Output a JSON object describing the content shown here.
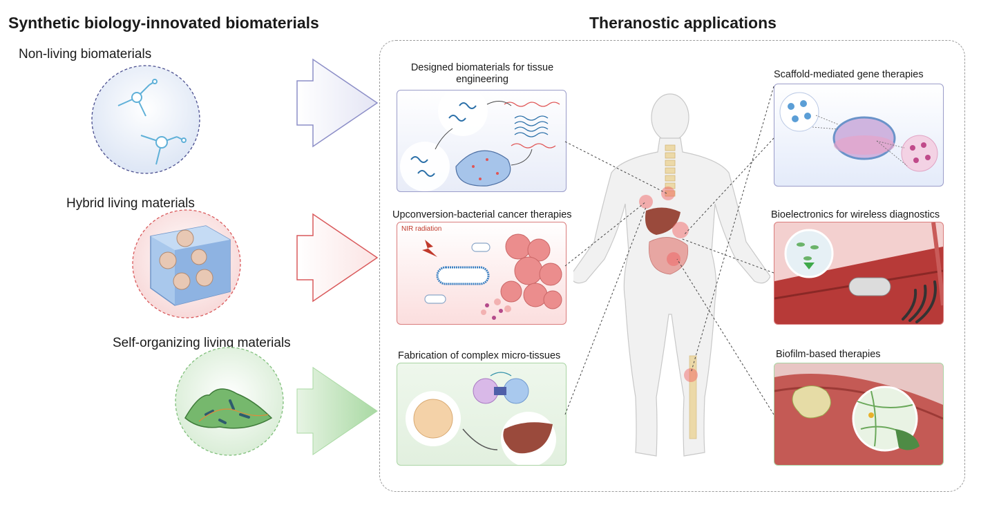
{
  "left": {
    "heading": "Synthetic biology-innovated biomaterials",
    "categories": [
      {
        "label": "Non-living biomaterials",
        "accent": "#4a4e8f"
      },
      {
        "label": "Hybrid living materials",
        "accent": "#d9595b"
      },
      {
        "label": "Self-organizing living materials",
        "accent": "#7fbf7a"
      }
    ]
  },
  "right": {
    "heading": "Theranostic applications",
    "panels": {
      "tissue": "Designed biomaterials for tissue engineering",
      "upconversion": "Upconversion-bacterial cancer therapies",
      "nir": "NIR radiation",
      "microtissue": "Fabrication of complex micro-tissues",
      "gene": "Scaffold-mediated gene therapies",
      "bioelectronics": "Bioelectronics for wireless diagnostics",
      "biofilm": "Biofilm-based therapies"
    }
  },
  "colors": {
    "purple": "#8c8ec7",
    "red": "#d9595b",
    "green": "#8fcf89"
  }
}
